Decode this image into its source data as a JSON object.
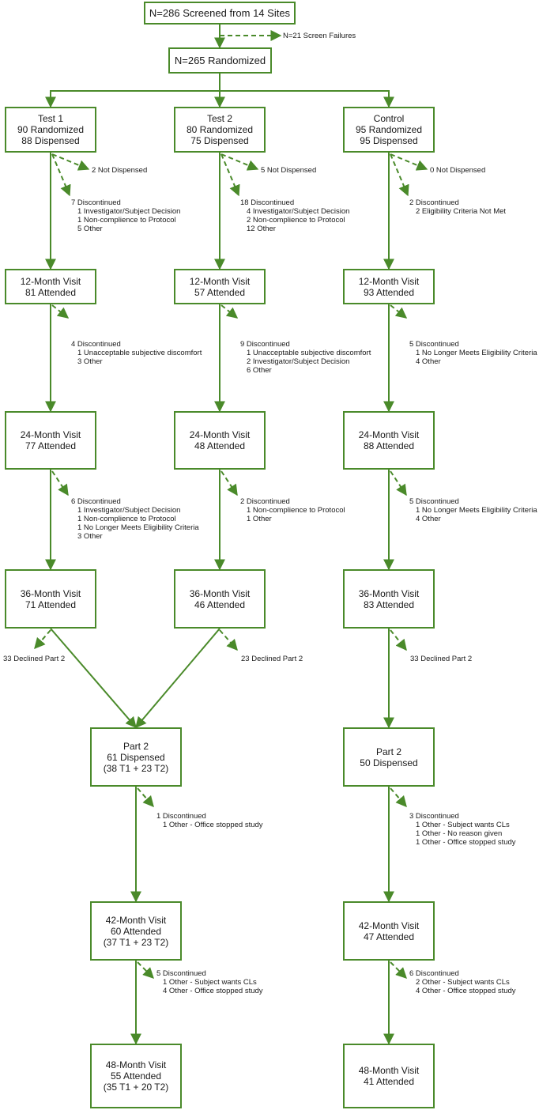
{
  "colors": {
    "line": "#4a8a2a",
    "box_border": "#4a8a2a",
    "text": "#1a1a1a"
  },
  "boxes": {
    "screened": [
      "N=286 Screened from 14 Sites"
    ],
    "randomized": [
      "N=265 Randomized"
    ],
    "test1": [
      "Test 1",
      "90 Randomized",
      "88 Dispensed"
    ],
    "test2": [
      "Test 2",
      "80 Randomized",
      "75 Dispensed"
    ],
    "control": [
      "Control",
      "95 Randomized",
      "95 Dispensed"
    ],
    "t1_m12": [
      "12-Month Visit",
      "81 Attended"
    ],
    "t2_m12": [
      "12-Month Visit",
      "57 Attended"
    ],
    "c_m12": [
      "12-Month Visit",
      "93 Attended"
    ],
    "t1_m24": [
      "24-Month Visit",
      "77 Attended"
    ],
    "t2_m24": [
      "24-Month Visit",
      "48 Attended"
    ],
    "c_m24": [
      "24-Month Visit",
      "88 Attended"
    ],
    "t1_m36": [
      "36-Month Visit",
      "71 Attended"
    ],
    "t2_m36": [
      "36-Month Visit",
      "46 Attended"
    ],
    "c_m36": [
      "36-Month Visit",
      "83 Attended"
    ],
    "part2_t": [
      "Part 2",
      "61 Dispensed",
      "(38 T1 + 23 T2)"
    ],
    "part2_c": [
      "Part 2",
      "50 Dispensed"
    ],
    "t_m42": [
      "42-Month Visit",
      "60 Attended",
      "(37 T1 + 23 T2)"
    ],
    "c_m42": [
      "42-Month Visit",
      "47 Attended"
    ],
    "t_m48": [
      "48-Month Visit",
      "55 Attended",
      "(35 T1 + 20 T2)"
    ],
    "c_m48": [
      "48-Month Visit",
      "41 Attended"
    ]
  },
  "notes": {
    "screen_fail": {
      "title": "N=21 Screen Failures",
      "items": []
    },
    "t1_notdisp": {
      "title": "2 Not Dispensed",
      "items": []
    },
    "t2_notdisp": {
      "title": "5 Not Dispensed",
      "items": []
    },
    "c_notdisp": {
      "title": "0 Not Dispensed",
      "items": []
    },
    "t1_disc1": {
      "title": "7 Discontinued",
      "items": [
        "1 Investigator/Subject Decision",
        "1 Non-complience to Protocol",
        "5 Other"
      ]
    },
    "t2_disc1": {
      "title": "18 Discontinued",
      "items": [
        "4 Investigator/Subject Decision",
        "2 Non-complience to Protocol",
        "12 Other"
      ]
    },
    "c_disc1": {
      "title": "2 Discontinued",
      "items": [
        "2 Eligibility Criteria Not Met"
      ]
    },
    "t1_disc2": {
      "title": "4 Discontinued",
      "items": [
        "1 Unacceptable subjective discomfort",
        "3 Other"
      ]
    },
    "t2_disc2": {
      "title": "9 Discontinued",
      "items": [
        "1 Unacceptable subjective discomfort",
        "2 Investigator/Subject Decision",
        "6 Other"
      ]
    },
    "c_disc2": {
      "title": "5 Discontinued",
      "items": [
        "1 No Longer Meets Eligibility Criteria",
        "4 Other"
      ]
    },
    "t1_disc3": {
      "title": "6 Discontinued",
      "items": [
        "1 Investigator/Subject Decision",
        "1 Non-complience to Protocol",
        "1 No Longer Meets Eligibility Criteria",
        "3 Other"
      ]
    },
    "t2_disc3": {
      "title": "2 Discontinued",
      "items": [
        "1 Non-complience to Protocol",
        "1 Other"
      ]
    },
    "c_disc3": {
      "title": "5 Discontinued",
      "items": [
        "1 No Longer Meets Eligibility Criteria",
        "4 Other"
      ]
    },
    "t1_declined": {
      "title": "33 Declined Part 2",
      "items": []
    },
    "t2_declined": {
      "title": "23 Declined Part 2",
      "items": []
    },
    "c_declined": {
      "title": "33 Declined Part 2",
      "items": []
    },
    "t_disc4": {
      "title": "1 Discontinued",
      "items": [
        "1 Other - Office stopped study"
      ]
    },
    "c_disc4": {
      "title": "3 Discontinued",
      "items": [
        "1 Other - Subject wants CLs",
        "1 Other - No reason given",
        "1 Other - Office stopped study"
      ]
    },
    "t_disc5": {
      "title": "5 Discontinued",
      "items": [
        "1 Other - Subject wants CLs",
        "4 Other - Office stopped study"
      ]
    },
    "c_disc5": {
      "title": "6 Discontinued",
      "items": [
        "2 Other - Subject wants CLs",
        "4 Other - Office stopped study"
      ]
    }
  }
}
